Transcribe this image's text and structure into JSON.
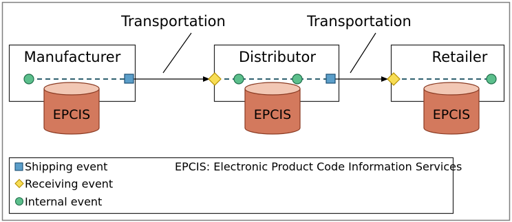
{
  "diagram": {
    "transport_label_1": "Transportation",
    "transport_label_2": "Transportation",
    "nodes": [
      {
        "id": "manufacturer",
        "label": "Manufacturer",
        "db_label": "EPCIS"
      },
      {
        "id": "distributor",
        "label": "Distributor",
        "db_label": "EPCIS"
      },
      {
        "id": "retailer",
        "label": "Retailer",
        "db_label": "EPCIS"
      }
    ]
  },
  "legend": {
    "shipping": "Shipping event",
    "receiving": "Receiving event",
    "internal": "Internal event",
    "definition": "EPCIS: Electronic Product Code Information Services"
  },
  "colors": {
    "frame": "#7f7f7f",
    "node_border": "#222222",
    "dashed_line": "#2e5f6e",
    "shipping_fill": "#5b9ec9",
    "shipping_stroke": "#1c4e73",
    "receiving_fill": "#f7dd55",
    "receiving_stroke": "#b58f00",
    "internal_fill": "#5cbf8c",
    "internal_stroke": "#1f6e4a",
    "db_body": "#d3795d",
    "db_top": "#f2c7b4",
    "db_stroke": "#8a3a22"
  },
  "icons": {
    "shipping": "blue-square-icon",
    "receiving": "yellow-diamond-icon",
    "internal": "green-circle-icon",
    "database": "database-cylinder-icon"
  }
}
